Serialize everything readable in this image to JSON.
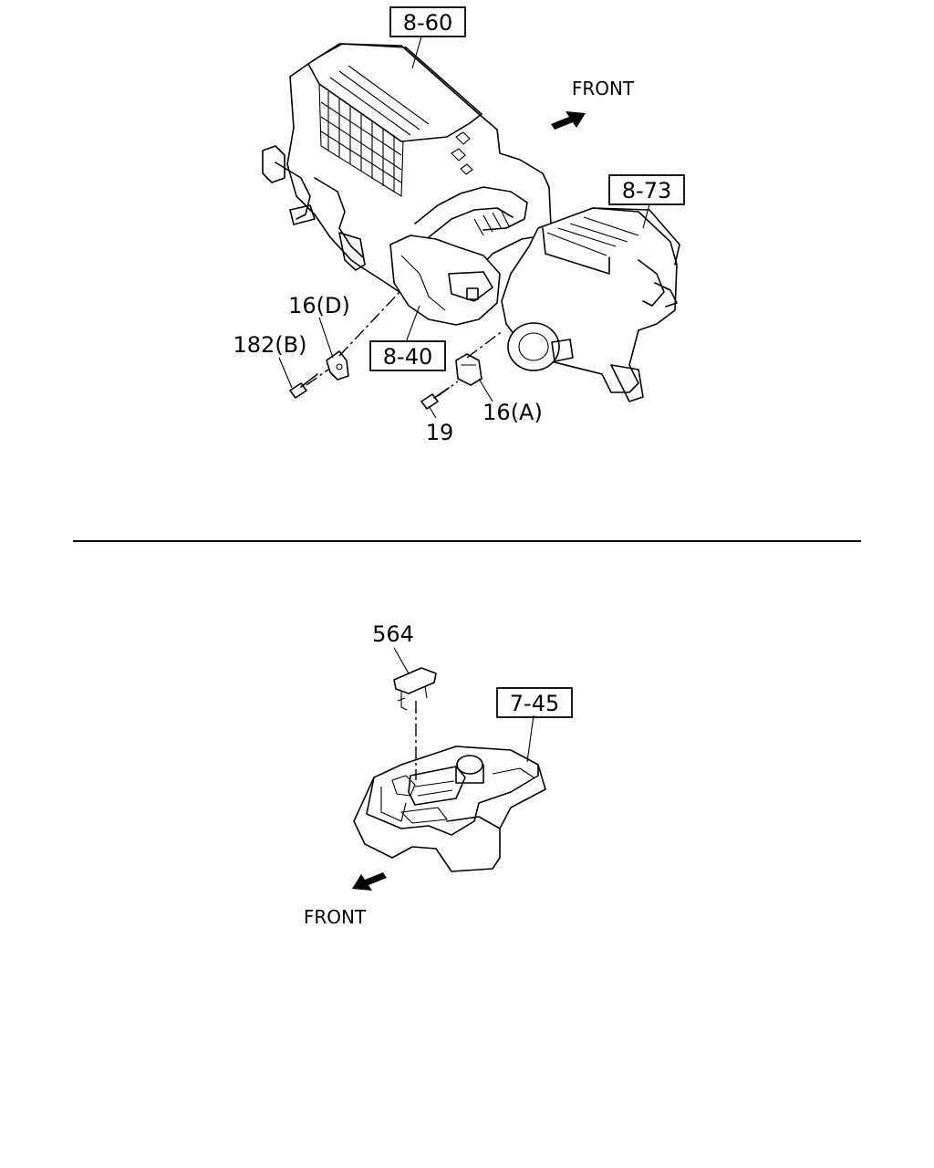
{
  "top_assembly": {
    "refs": {
      "r860": "8-60",
      "r873": "8-73",
      "r840": "8-40"
    },
    "parts": {
      "p16d": "16(D)",
      "p182b": "182(B)",
      "p16a": "16(A)",
      "p19": "19"
    },
    "front_label": "FRONT"
  },
  "bottom_assembly": {
    "refs": {
      "r745": "7-45"
    },
    "parts": {
      "p564": "564"
    },
    "front_label": "FRONT"
  }
}
